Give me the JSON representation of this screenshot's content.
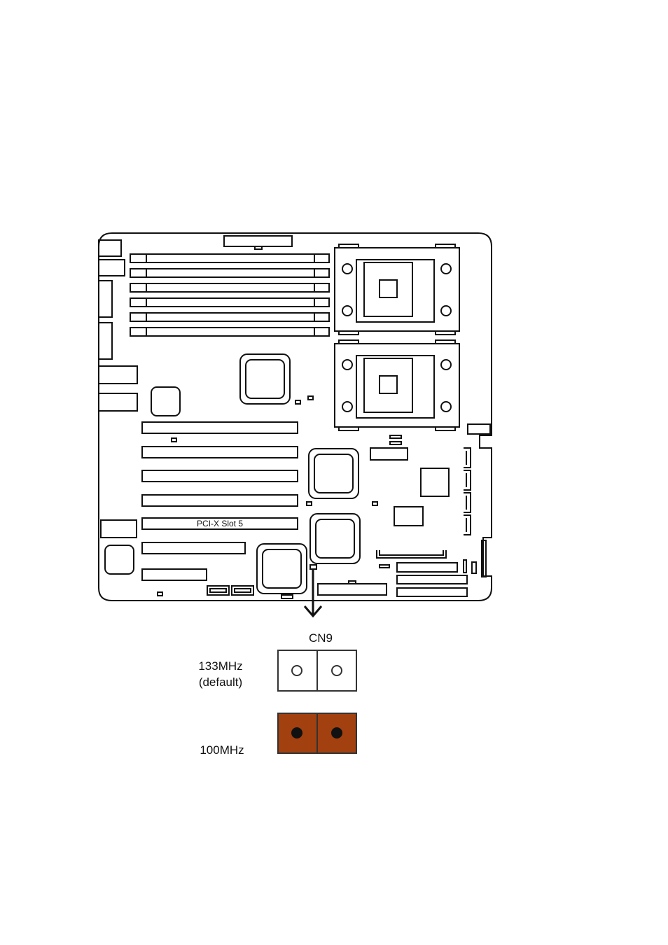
{
  "board": {
    "slot_label": "PCI-X Slot 5"
  },
  "jumper": {
    "name": "CN9",
    "settings": [
      {
        "line1": "133MHz",
        "line2": "(default)",
        "state": "open"
      },
      {
        "line1": "100MHz",
        "state": "closed"
      }
    ],
    "closed_color": "#a2400f",
    "pin_outline_color": "#333333"
  }
}
